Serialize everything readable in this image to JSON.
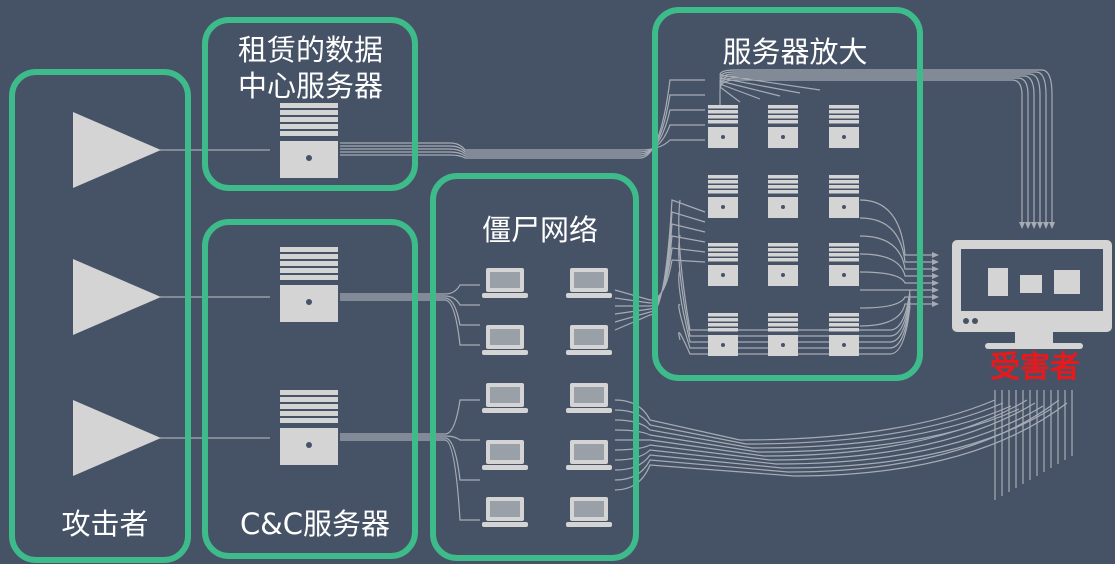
{
  "labels": {
    "attacker": "攻击者",
    "rented_servers_line1": "租赁的数据",
    "rented_servers_line2": "中心服务器",
    "cc_servers": "C&C服务器",
    "botnet": "僵尸网络",
    "amplification": "服务器放大",
    "victim": "受害者"
  },
  "colors": {
    "background": "#465366",
    "group_border": "#3dbb8a",
    "device_fill": "#d4d4d4",
    "wire": "#b8bcc2",
    "victim_text": "#e8191d"
  },
  "counts": {
    "attackers": 3,
    "rented_servers": 1,
    "cc_servers": 2,
    "bots": 10,
    "amplifier_servers": 12
  }
}
